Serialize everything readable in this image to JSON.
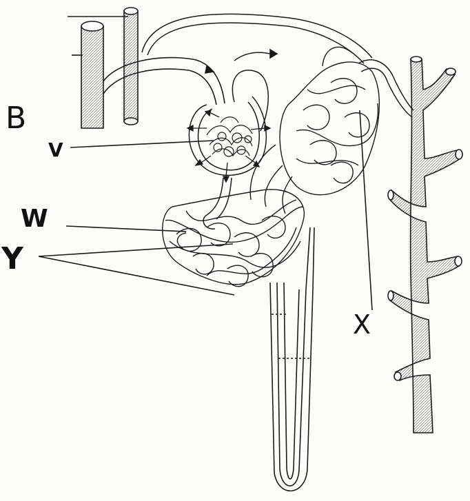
{
  "labels": {
    "b": "B",
    "v": "V",
    "w": "W",
    "y": "Y",
    "x": "X"
  },
  "colors": {
    "ink": "#1a1a1a",
    "paper": "#fdfdfb",
    "vessel_fill": "#f4f2ec"
  }
}
